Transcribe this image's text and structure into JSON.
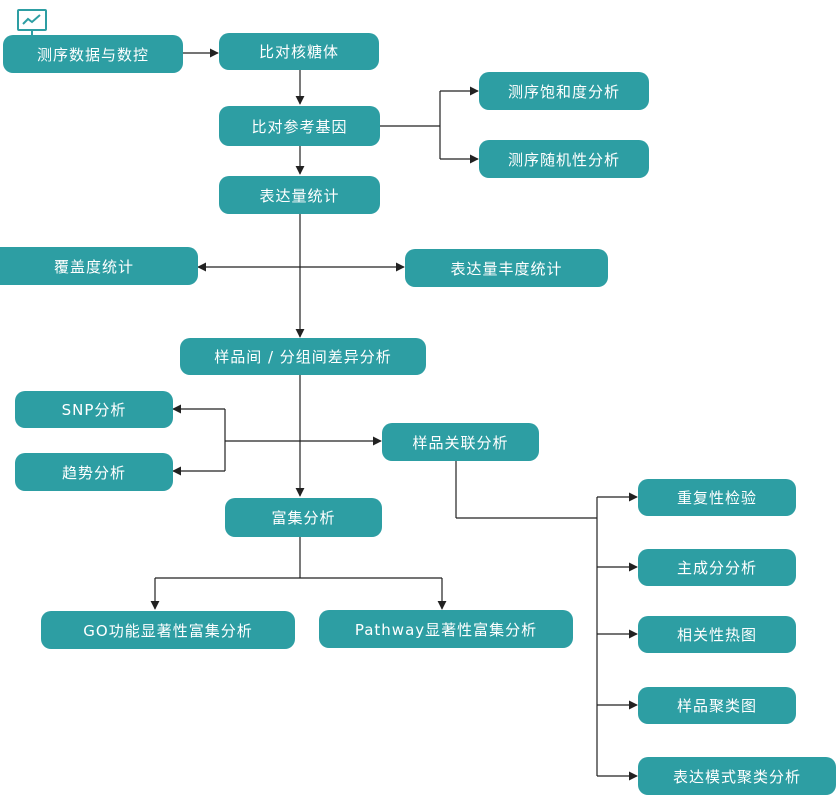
{
  "colors": {
    "node_fill": "#2d9ea3",
    "node_text": "#ffffff",
    "connector": "#222222",
    "icon": "#2d9ea3"
  },
  "icon": "monitor-chart-icon",
  "nodes": {
    "seq_qc": "测序数据与数控",
    "align_rrna": "比对核糖体",
    "align_ref": "比对参考基因",
    "seq_saturation": "测序饱和度分析",
    "seq_randomness": "测序随机性分析",
    "expr_stats": "表达量统计",
    "coverage_stats": "覆盖度统计",
    "expr_abundance": "表达量丰度统计",
    "diff_analysis": "样品间 / 分组间差异分析",
    "snp": "SNP分析",
    "trend": "趋势分析",
    "sample_correlation": "样品关联分析",
    "enrichment": "富集分析",
    "go_enrichment": "GO功能显著性富集分析",
    "pathway_enrichment": "Pathway显著性富集分析",
    "repeat_test": "重复性检验",
    "pca": "主成分分析",
    "corr_heatmap": "相关性热图",
    "sample_cluster": "样品聚类图",
    "expr_pattern_cluster": "表达模式聚类分析"
  }
}
